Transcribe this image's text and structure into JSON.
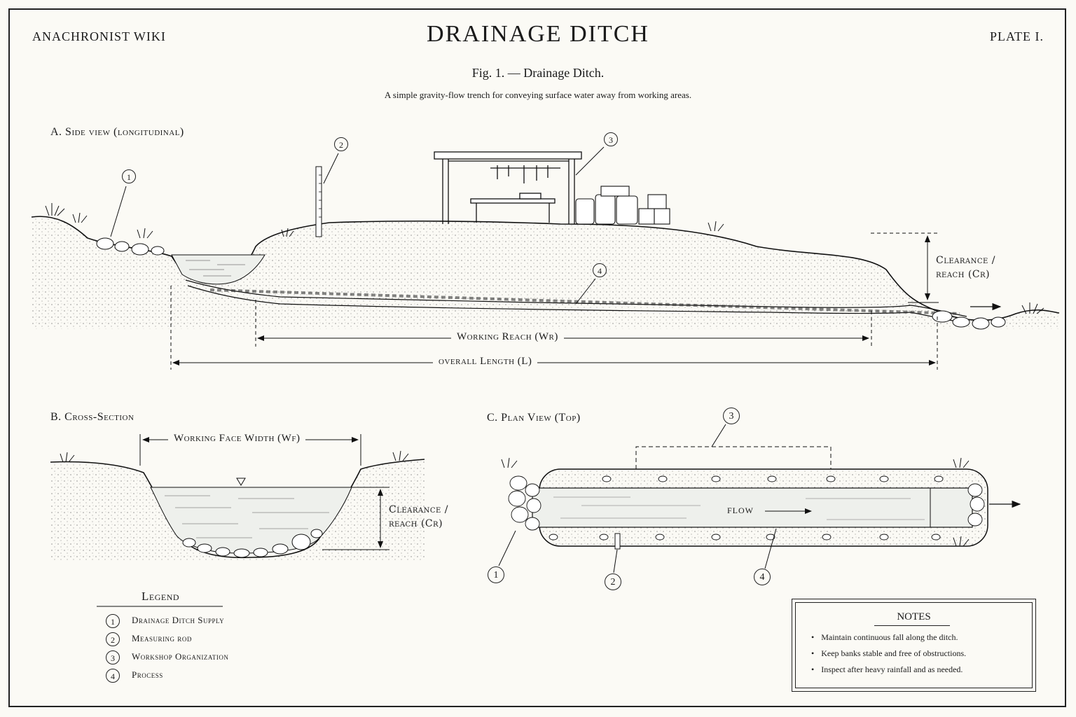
{
  "header": {
    "wiki": "ANACHRONIST WIKI",
    "title": "DRAINAGE DITCH",
    "plate": "PLATE I.",
    "figure": "Fig. 1. — Drainage Ditch.",
    "subtitle": "A simple gravity-flow trench for conveying surface water away from working areas."
  },
  "side_view": {
    "label": "A. Side view (longitudinal)",
    "callouts": [
      "1",
      "2",
      "3",
      "4"
    ],
    "clearance_line1": "Clearance /",
    "clearance_line2": "reach (Cr)",
    "working_reach": "Working Reach (Wr)",
    "overall_length": "overall Length (L)"
  },
  "cross_section": {
    "label": "B. Cross-Section",
    "face_width": "Working Face Width (Wf)",
    "clearance_line1": "Clearance /",
    "clearance_line2": "reach (Cr)"
  },
  "plan_view": {
    "label": "C. Plan View (Top)",
    "flow": "FLOW",
    "callouts": [
      "1",
      "2",
      "3",
      "4"
    ]
  },
  "legend": {
    "title": "Legend",
    "items": [
      {
        "num": "1",
        "label": "Drainage Ditch Supply"
      },
      {
        "num": "2",
        "label": "Measuring rod"
      },
      {
        "num": "3",
        "label": "Workshop Organization"
      },
      {
        "num": "4",
        "label": "Process"
      }
    ]
  },
  "notes": {
    "title": "NOTES",
    "items": [
      "Maintain continuous fall along the ditch.",
      "Keep banks stable and free of obstructions.",
      "Inspect after heavy rainfall and as needed."
    ]
  }
}
